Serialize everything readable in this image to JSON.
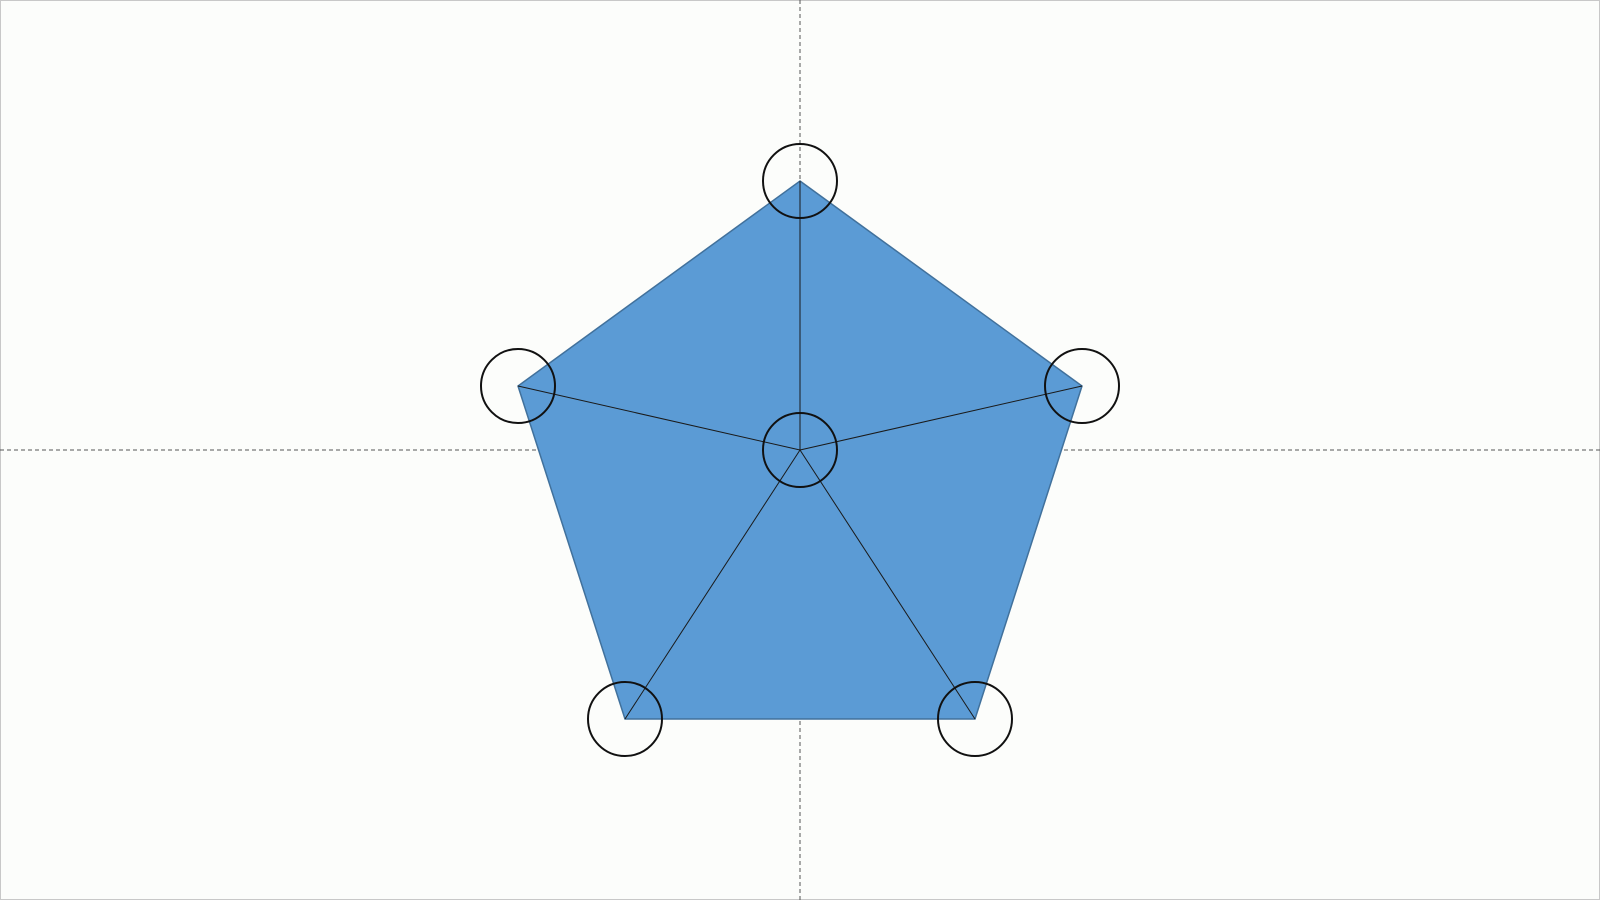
{
  "canvas": {
    "background_color": "#fcfdfb",
    "border_color": "#c8c8c8"
  },
  "guides": {
    "style": "dashed",
    "color": "#555555"
  },
  "pentagon": {
    "fill_color": "#5b9bd5",
    "stroke_color": "#41719c",
    "spoke_color": "#1a1a1a"
  },
  "handles": {
    "count": 6,
    "stroke_color": "#111111",
    "fill": "none",
    "positions": [
      "top",
      "upper-left",
      "upper-right",
      "lower-left",
      "lower-right",
      "center"
    ]
  }
}
